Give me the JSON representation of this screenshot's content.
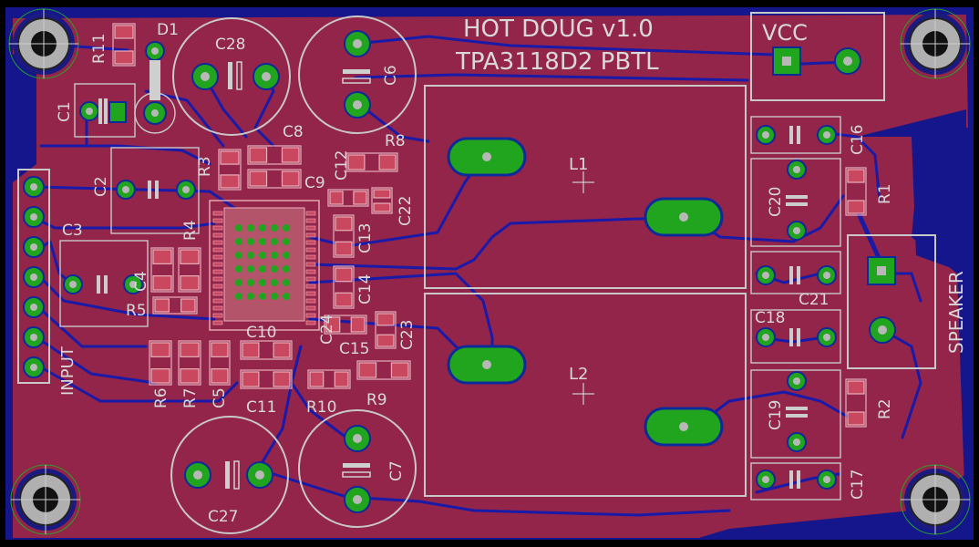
{
  "board": {
    "title_line1": "HOT DOUG v1.0",
    "title_line2": "TPA3118D2 PBTL",
    "colors": {
      "background": "#000000",
      "copper_fill": "#93244a",
      "trace": "#1a1aa8",
      "pad": "#22a51e",
      "silkscreen": "#c8c8c8"
    }
  },
  "connectors": {
    "vcc": "VCC",
    "speaker": "SPEAKER",
    "input": "INPUT"
  },
  "inductors": {
    "l1": "L1",
    "l2": "L2"
  },
  "components": {
    "r1": "R1",
    "r2": "R2",
    "r3": "R3",
    "r4": "R4",
    "r5": "R5",
    "r6": "R6",
    "r7": "R7",
    "r8": "R8",
    "r9": "R9",
    "r10": "R10",
    "r11": "R11",
    "c1": "C1",
    "c2": "C2",
    "c3": "C3",
    "c4": "C4",
    "c5": "C5",
    "c6": "C6",
    "c7": "C7",
    "c8": "C8",
    "c9": "C9",
    "c10": "C10",
    "c11": "C11",
    "c12": "C12",
    "c13": "C13",
    "c14": "C14",
    "c15": "C15",
    "c16": "C16",
    "c17": "C17",
    "c18": "C18",
    "c19": "C19",
    "c20": "C20",
    "c21": "C21",
    "c22": "C22",
    "c23": "C23",
    "c24": "C24",
    "c27": "C27",
    "c28": "C28",
    "d1": "D1"
  }
}
